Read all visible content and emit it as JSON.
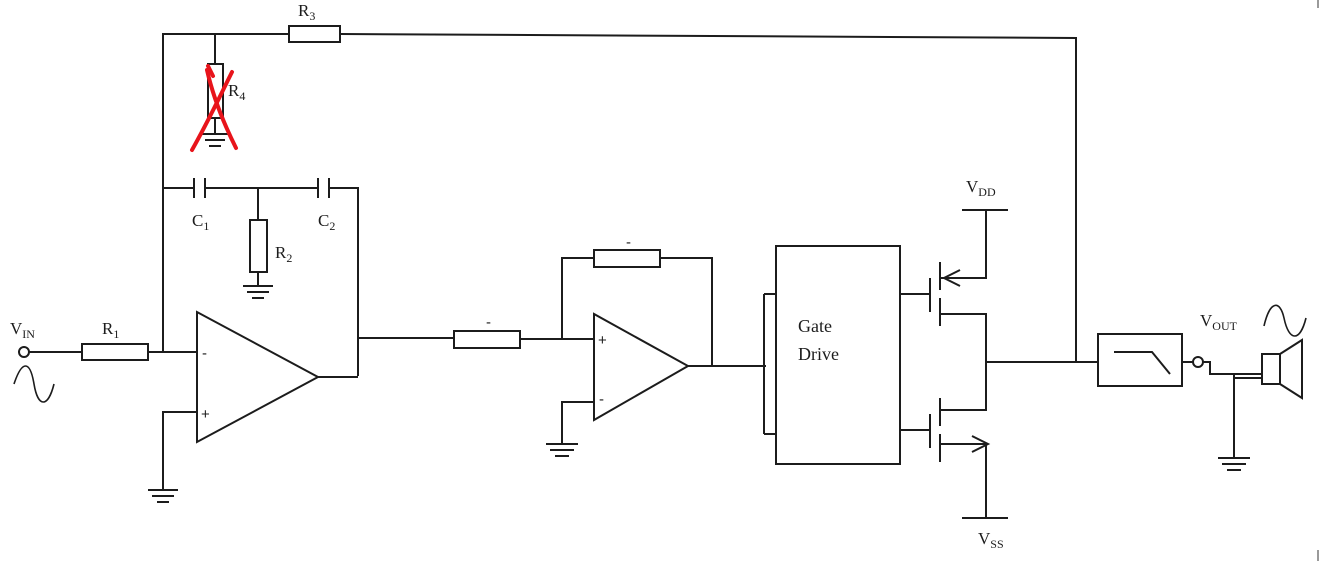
{
  "labels": {
    "r1": {
      "main": "R",
      "sub": "1"
    },
    "r2": {
      "main": "R",
      "sub": "2"
    },
    "r3": {
      "main": "R",
      "sub": "3"
    },
    "r4": {
      "main": "R",
      "sub": "4"
    },
    "c1": {
      "main": "C",
      "sub": "1"
    },
    "c2": {
      "main": "C",
      "sub": "2"
    },
    "vin": {
      "main": "V",
      "sub": "IN"
    },
    "vout": {
      "main": "V",
      "sub": "OUT"
    },
    "vdd": {
      "main": "V",
      "sub": "DD"
    },
    "vss": {
      "main": "V",
      "sub": "SS"
    }
  },
  "gate_drive": {
    "line1": "Gate",
    "line2": "Drive"
  },
  "signs": {
    "minus": "-",
    "plus": "+",
    "dash": "-"
  },
  "colors": {
    "wire": "#1c1c1c",
    "markup": "#e8141b"
  }
}
